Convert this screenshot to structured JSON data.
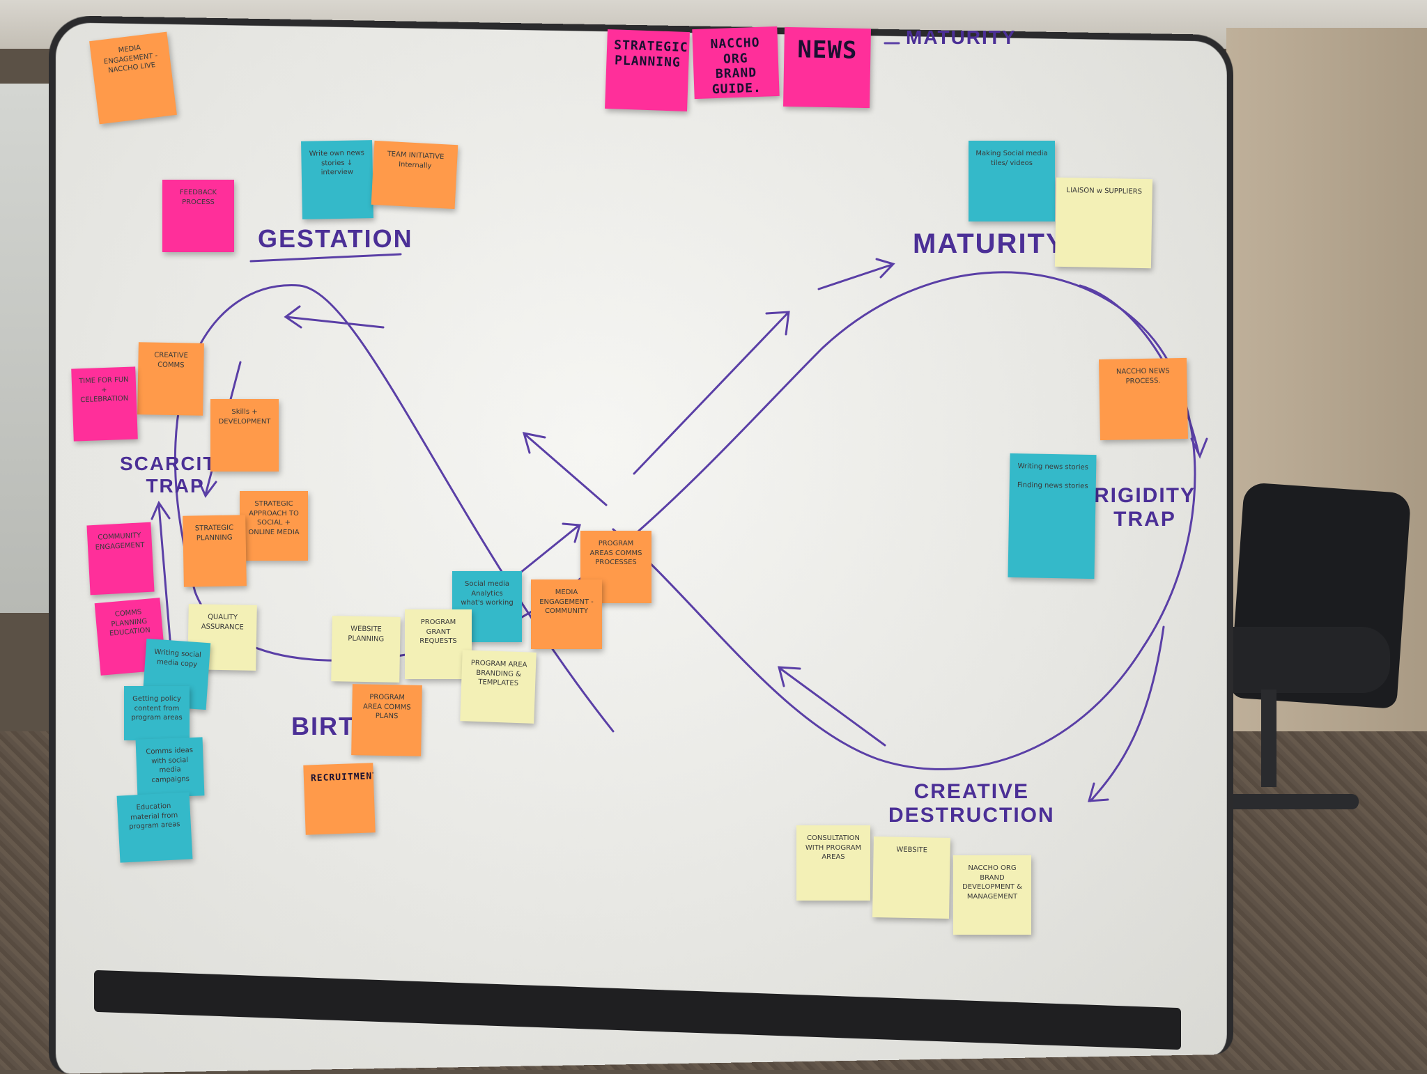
{
  "colors": {
    "orange": "#ff9a4a",
    "pink": "#ff2f9a",
    "teal": "#34b9c9",
    "yellow": "#f3f0b6",
    "ink": "#4b2f96"
  },
  "labels": {
    "top_maturity": "MATURITY",
    "gestation": "GESTATION",
    "maturity": "MATURITY",
    "scarcity_trap": "SCARCITY\nTRAP",
    "rigidity_trap": "RIGIDITY\nTRAP",
    "birth": "BIRTH",
    "creative_destruction": "CREATIVE\nDESTRUCTION"
  },
  "notes": [
    {
      "id": "media-engagement-top",
      "color": "orange",
      "text": "MEDIA ENGAGEMENT - NACCHO LIVE"
    },
    {
      "id": "strategic-planning-top",
      "color": "pink",
      "text": "STRATEGIC PLANNING"
    },
    {
      "id": "naccho-org-brand-guide",
      "color": "pink",
      "text": "NACCHO ORG BRAND GUIDE."
    },
    {
      "id": "news",
      "color": "pink",
      "text": "NEWS"
    },
    {
      "id": "write-own-news",
      "color": "teal",
      "text": "Write own news stories ↓ interview"
    },
    {
      "id": "team-initiative",
      "color": "orange",
      "text": "TEAM INITIATIVE Internally"
    },
    {
      "id": "feedback-process",
      "color": "pink",
      "text": "FEEDBACK PROCESS"
    },
    {
      "id": "making-social-media",
      "color": "teal",
      "text": "Making Social media tiles/ videos"
    },
    {
      "id": "liaison-suppliers",
      "color": "yellow",
      "text": "LIAISON w SUPPLIERS"
    },
    {
      "id": "creative-comms",
      "color": "orange",
      "text": "CREATIVE COMMS"
    },
    {
      "id": "time-for-fun",
      "color": "pink",
      "text": "TIME FOR FUN + CELEBRATION"
    },
    {
      "id": "skills-development",
      "color": "orange",
      "text": "Skills + DEVELOPMENT"
    },
    {
      "id": "naccho-news-process",
      "color": "orange",
      "text": "NACCHO NEWS PROCESS."
    },
    {
      "id": "writing-news-stories",
      "color": "teal",
      "text": "Writing news stories\n\nFinding news stories"
    },
    {
      "id": "strategic-approach",
      "color": "orange",
      "text": "STRATEGIC APPROACH TO SOCIAL + ONLINE MEDIA"
    },
    {
      "id": "strategic-planning-mid",
      "color": "orange",
      "text": "STRATEGIC PLANNING"
    },
    {
      "id": "community-engagement",
      "color": "pink",
      "text": "COMMUNITY ENGAGEMENT"
    },
    {
      "id": "program-areas-comms-processes",
      "color": "orange",
      "text": "PROGRAM AREAS COMMS PROCESSES"
    },
    {
      "id": "social-media-analytics",
      "color": "teal",
      "text": "Social media Analytics what's working"
    },
    {
      "id": "media-engagement-community",
      "color": "orange",
      "text": "MEDIA ENGAGEMENT - COMMUNITY"
    },
    {
      "id": "quality-assurance",
      "color": "yellow",
      "text": "QUALITY ASSURANCE"
    },
    {
      "id": "website-planning",
      "color": "yellow",
      "text": "WEBSITE PLANNING"
    },
    {
      "id": "program-grant-requests",
      "color": "yellow",
      "text": "PROGRAM GRANT REQUESTS"
    },
    {
      "id": "program-area-branding",
      "color": "yellow",
      "text": "PROGRAM AREA BRANDING & TEMPLATES"
    },
    {
      "id": "program-areas-comms-plans",
      "color": "orange",
      "text": "PROGRAM AREA COMMS PLANS"
    },
    {
      "id": "pink-lower-left",
      "color": "pink",
      "text": "COMMS PLANNING EDUCATION"
    },
    {
      "id": "teal-lower-1",
      "color": "teal",
      "text": "Writing social media copy"
    },
    {
      "id": "teal-lower-2",
      "color": "teal",
      "text": "Getting policy content from program areas"
    },
    {
      "id": "teal-lower-3",
      "color": "teal",
      "text": "Comms ideas with social media campaigns"
    },
    {
      "id": "teal-lower-4",
      "color": "teal",
      "text": "Education material from program areas"
    },
    {
      "id": "recruitment",
      "color": "orange",
      "text": "RECRUITMENT"
    },
    {
      "id": "consultation-program-areas",
      "color": "yellow",
      "text": "CONSULTATION WITH PROGRAM AREAS"
    },
    {
      "id": "website",
      "color": "yellow",
      "text": "WEBSITE"
    },
    {
      "id": "naccho-org-brand-development",
      "color": "yellow",
      "text": "NACCHO ORG BRAND DEVELOPMENT & MANAGEMENT"
    }
  ]
}
